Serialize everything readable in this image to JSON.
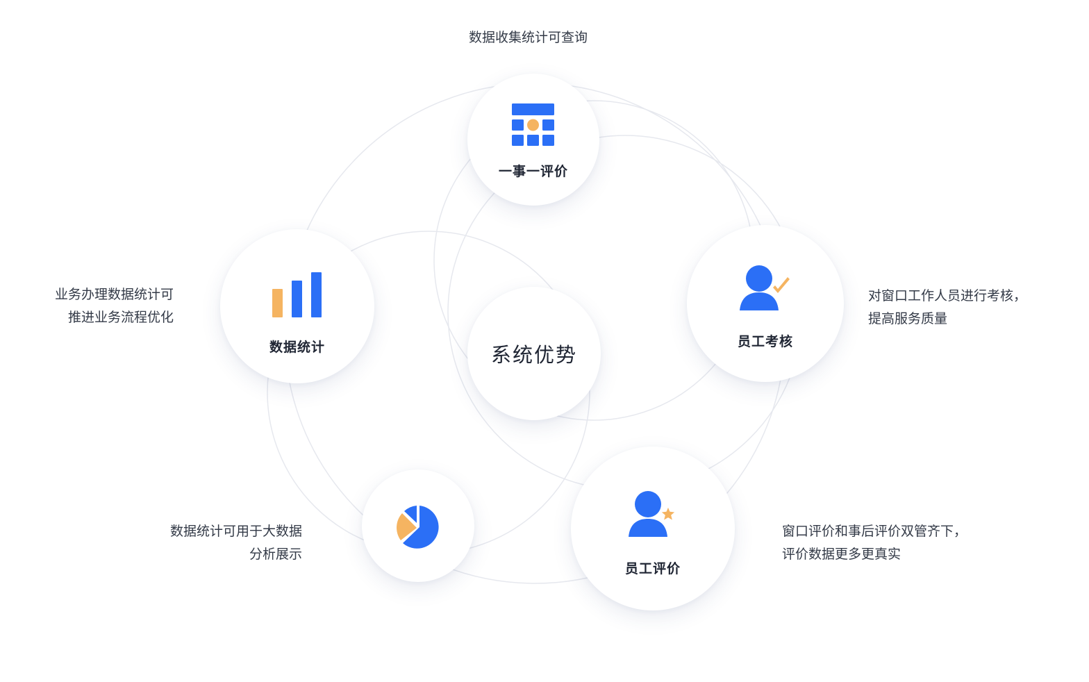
{
  "center": {
    "label": "系统优势"
  },
  "nodes": {
    "evaluation": {
      "label": "一事一评价",
      "icon": "table-grid-icon"
    },
    "statistics": {
      "label": "数据统计",
      "icon": "bar-chart-icon"
    },
    "assessment": {
      "label": "员工考核",
      "icon": "user-check-icon"
    },
    "rating": {
      "label": "员工评价",
      "icon": "user-star-icon"
    },
    "analysis": {
      "label": "",
      "icon": "pie-chart-icon"
    }
  },
  "descriptions": {
    "top": [
      "数据收集统计可查询"
    ],
    "left": [
      "业务办理数据统计可",
      "推进业务流程优化"
    ],
    "right": [
      "对窗口工作人员进行考核，",
      "提高服务质量"
    ],
    "bottom_left": [
      "数据统计可用于大数据",
      "分析展示"
    ],
    "bottom_right": [
      "窗口评价和事后评价双管齐下，",
      "评价数据更多更真实"
    ]
  },
  "colors": {
    "primary": "#2b6ff6",
    "accent": "#f5b461",
    "ring": "#e6e8ee",
    "text": "#1f2533"
  }
}
